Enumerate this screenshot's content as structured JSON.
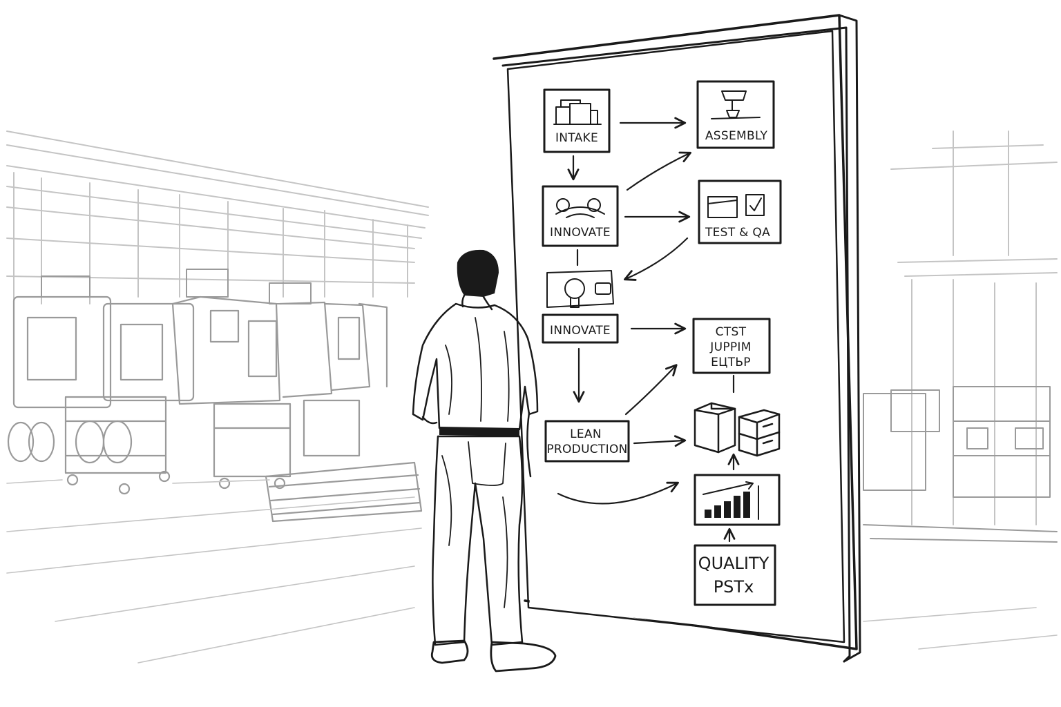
{
  "flowchart": {
    "nodes": {
      "intake": {
        "label": "INTAKE",
        "icon": "machine-icon"
      },
      "assembly": {
        "label": "ASSEMBLY",
        "icon": "robot-arm-icon"
      },
      "innovate_1": {
        "label": "INNOVATE",
        "icon": "gears-icon"
      },
      "test_qa": {
        "label": "TEST & QA",
        "icon": "checklist-icon"
      },
      "innovate_2": {
        "label": "INNOVATE",
        "icon": "lightbulb-icon"
      },
      "ctst": {
        "line1": "CTST",
        "line2": "JUPPIM",
        "line3": "ЕЦТЬР"
      },
      "lean": {
        "line1": "LEAN",
        "line2": "PRODUCTION"
      },
      "storage": {
        "icon": "cabinets-icon"
      },
      "growth": {
        "icon": "bar-chart-icon"
      },
      "quality": {
        "line1": "QUALITY",
        "line2": "PSTx"
      }
    }
  },
  "scene": {
    "figure": "person-viewing-board",
    "background": "factory-floor-sketch"
  }
}
